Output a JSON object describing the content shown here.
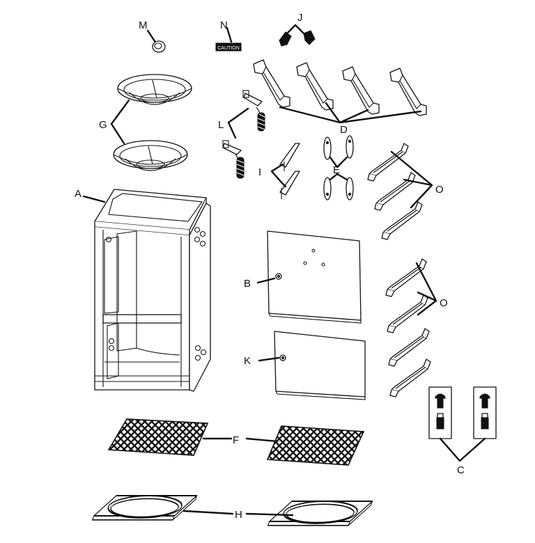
{
  "labels": {
    "A": "A",
    "B": "B",
    "C": "C",
    "D": "D",
    "E": "E",
    "F": "F",
    "G": "G",
    "H": "H",
    "I": "I",
    "J": "J",
    "K": "K",
    "L": "L",
    "M": "M",
    "N": "N",
    "O1": "O",
    "O2": "O"
  },
  "parts": [
    {
      "id": "A",
      "icon": "cabinet-body"
    },
    {
      "id": "B",
      "icon": "upper-door-panel"
    },
    {
      "id": "C",
      "icon": "bolt-bags"
    },
    {
      "id": "D",
      "icon": "support-brackets"
    },
    {
      "id": "E",
      "icon": "hinge-plates"
    },
    {
      "id": "F",
      "icon": "cooking-grates"
    },
    {
      "id": "G",
      "icon": "water-bowls"
    },
    {
      "id": "H",
      "icon": "charcoal-grate-frames"
    },
    {
      "id": "I",
      "icon": "latch-clips"
    },
    {
      "id": "J",
      "icon": "handle-mounts"
    },
    {
      "id": "K",
      "icon": "lower-door-panel"
    },
    {
      "id": "L",
      "icon": "spring-handles"
    },
    {
      "id": "M",
      "icon": "knob"
    },
    {
      "id": "N",
      "icon": "warning-tag"
    },
    {
      "id": "O",
      "icon": "grate-supports"
    }
  ],
  "tag_text": "CAUTION"
}
